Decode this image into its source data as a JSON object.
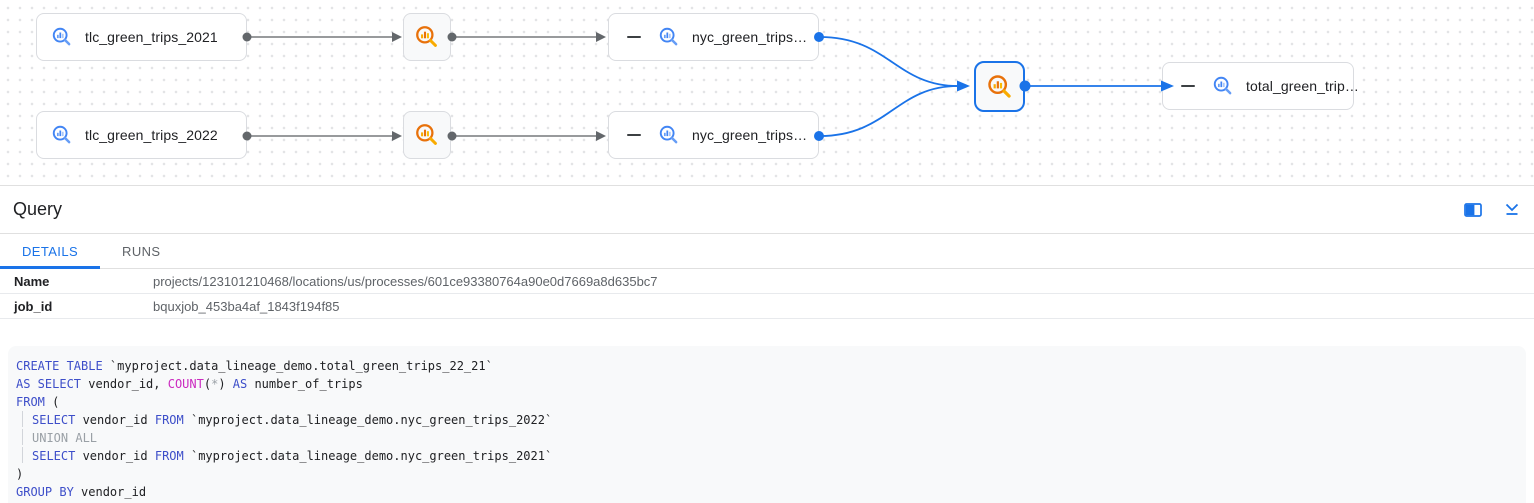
{
  "lineage": {
    "nodes": {
      "tlc2021": {
        "label": "tlc_green_trips_2021",
        "type": "bigquery-table"
      },
      "tlc2022": {
        "label": "tlc_green_trips_2022",
        "type": "bigquery-table"
      },
      "nyc1": {
        "label": "nyc_green_trips…",
        "type": "bigquery-table"
      },
      "nyc2": {
        "label": "nyc_green_trips…",
        "type": "bigquery-table"
      },
      "total": {
        "label": "total_green_trip…",
        "type": "bigquery-table"
      }
    },
    "icons": {
      "table": "bigquery-table-icon",
      "process": "bigquery-job-icon",
      "collapse_columns": "minus-icon"
    }
  },
  "panel": {
    "title": "Query",
    "tabs": {
      "details": "DETAILS",
      "runs": "RUNS"
    },
    "active_tab": "DETAILS",
    "fields": [
      {
        "key": "Name",
        "value": "projects/123101210468/locations/us/processes/601ce93380764a90e0d7669a8d635bc7"
      },
      {
        "key": "job_id",
        "value": "bquxjob_453ba4af_1843f194f85"
      }
    ],
    "icons": {
      "side_panel": "open-side-panel-icon",
      "collapse": "collapse-panel-icon"
    }
  },
  "sql": {
    "lines": [
      [
        {
          "t": "kw",
          "s": "CREATE TABLE"
        },
        {
          "t": "tx",
          "s": " `myproject.data_lineage_demo.total_green_trips_22_21`"
        }
      ],
      [
        {
          "t": "kw",
          "s": "AS SELECT"
        },
        {
          "t": "tx",
          "s": " vendor_id, "
        },
        {
          "t": "fn",
          "s": "COUNT"
        },
        {
          "t": "tx",
          "s": "("
        },
        {
          "t": "gr",
          "s": "*"
        },
        {
          "t": "tx",
          "s": ") "
        },
        {
          "t": "kw",
          "s": "AS"
        },
        {
          "t": "tx",
          "s": " number_of_trips"
        }
      ],
      [
        {
          "t": "kw",
          "s": "FROM"
        },
        {
          "t": "tx",
          "s": " ("
        }
      ],
      [
        {
          "t": "ind"
        },
        {
          "t": "kw",
          "s": "SELECT"
        },
        {
          "t": "tx",
          "s": " vendor_id "
        },
        {
          "t": "kw",
          "s": "FROM"
        },
        {
          "t": "tx",
          "s": " `myproject.data_lineage_demo.nyc_green_trips_2022`"
        }
      ],
      [
        {
          "t": "ind"
        },
        {
          "t": "gr",
          "s": "UNION ALL"
        }
      ],
      [
        {
          "t": "ind"
        },
        {
          "t": "kw",
          "s": "SELECT"
        },
        {
          "t": "tx",
          "s": " vendor_id "
        },
        {
          "t": "kw",
          "s": "FROM"
        },
        {
          "t": "tx",
          "s": " `myproject.data_lineage_demo.nyc_green_trips_2021`"
        }
      ],
      [
        {
          "t": "tx",
          "s": ")"
        }
      ],
      [
        {
          "t": "kw",
          "s": "GROUP BY"
        },
        {
          "t": "tx",
          "s": " vendor_id"
        }
      ]
    ]
  },
  "colors": {
    "accent_blue": "#1a73e8",
    "edge_gray": "#77797c",
    "keyword": "#3d4ec9",
    "function": "#cb2bc0",
    "muted": "#9aa0a6",
    "code_text": "#202124",
    "bq_blue": "#4285f4",
    "bq_orange": "#e8710a"
  }
}
